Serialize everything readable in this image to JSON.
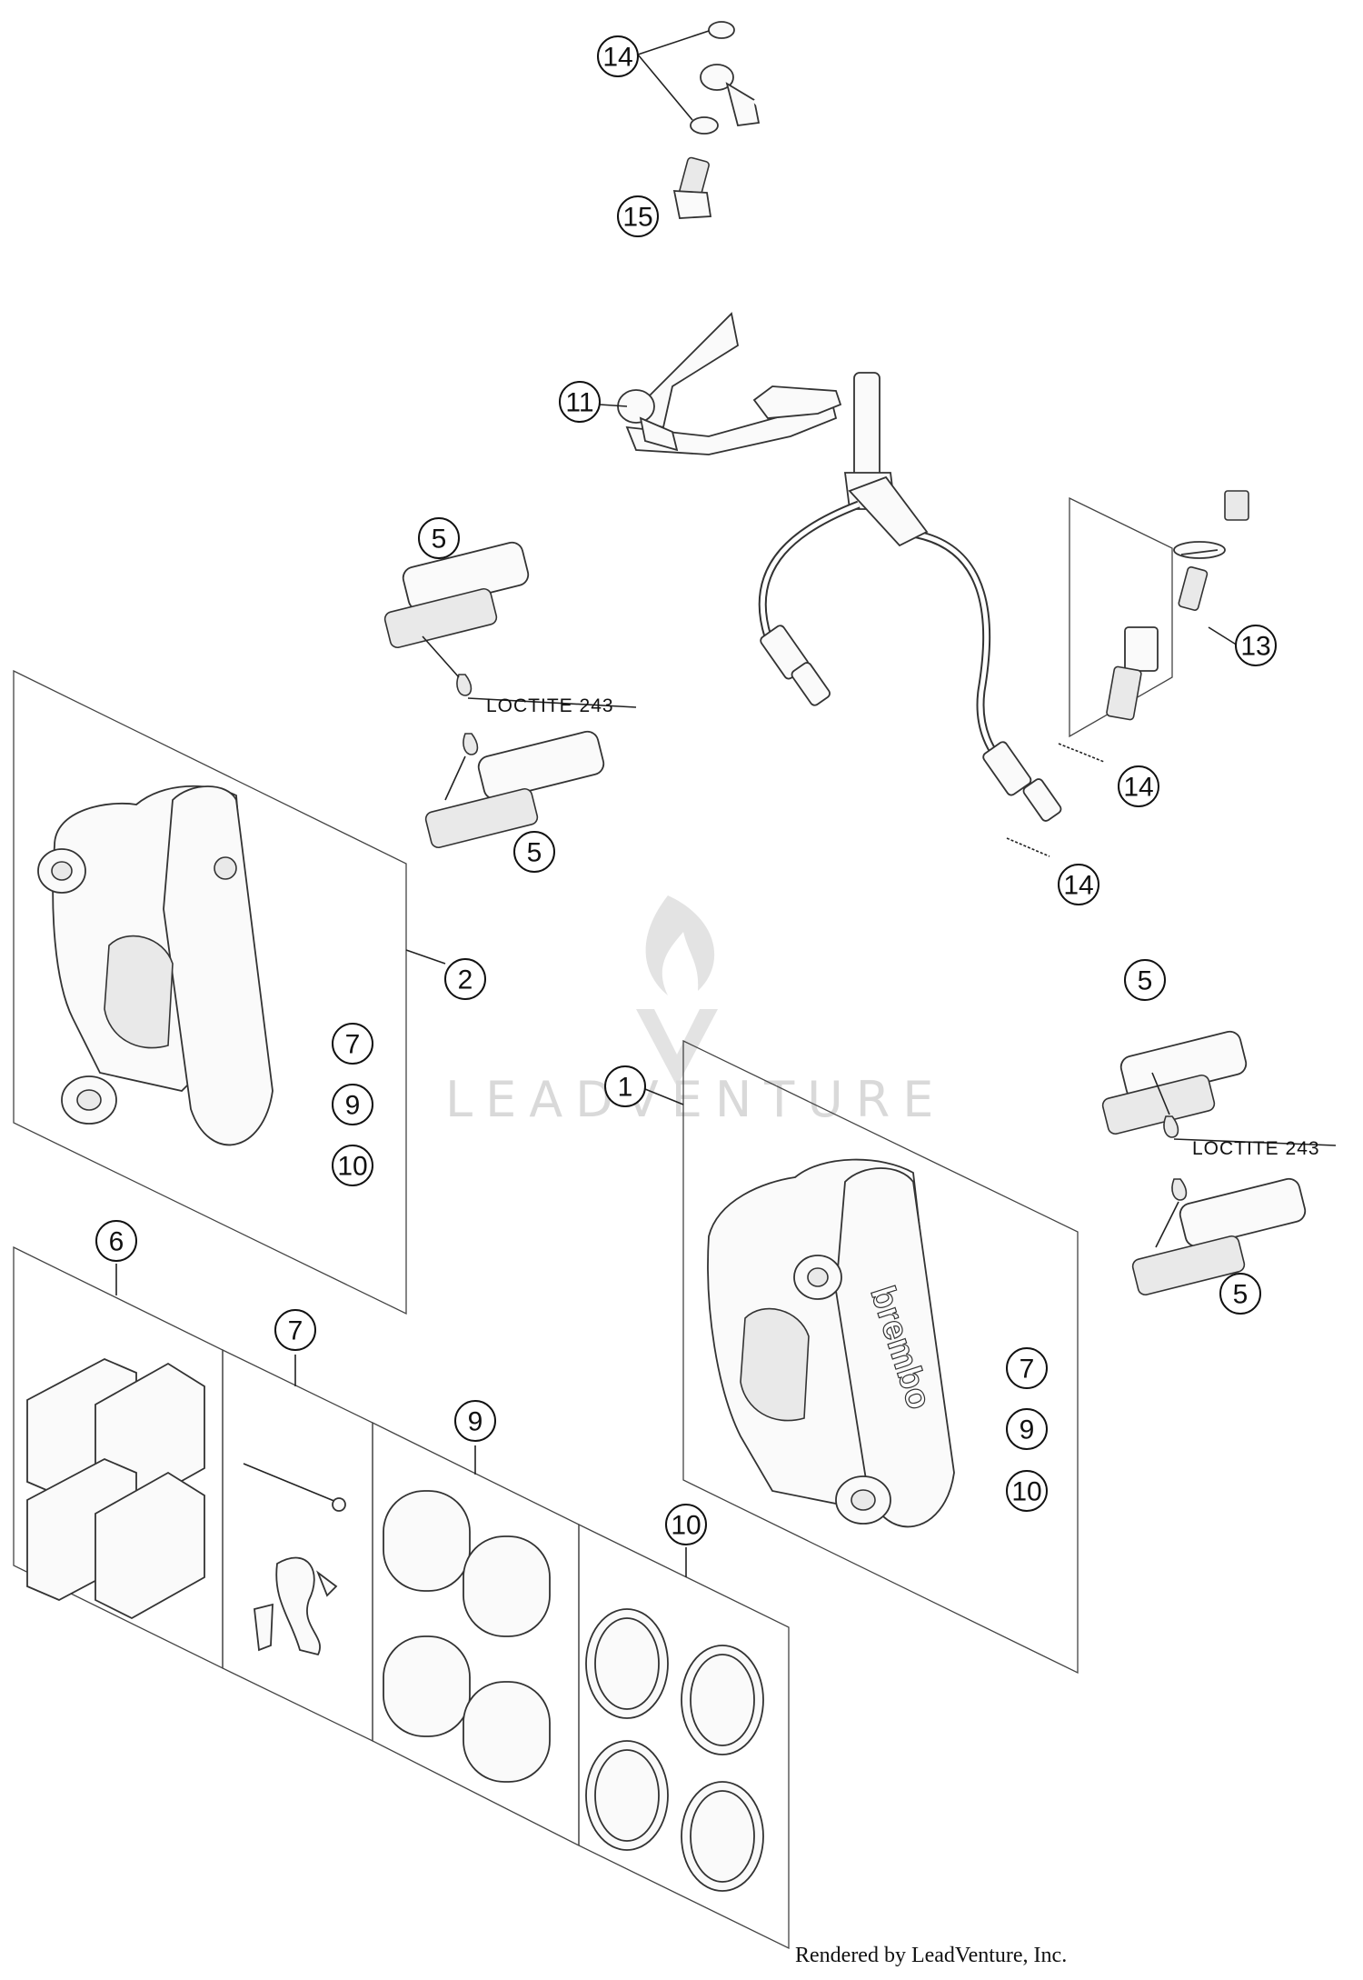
{
  "watermark": {
    "text": "LEADVENTURE"
  },
  "callouts": [
    {
      "label": "14"
    },
    {
      "label": "15"
    },
    {
      "label": "11"
    },
    {
      "label": "5"
    },
    {
      "label": "13"
    },
    {
      "label": "14"
    },
    {
      "label": "5"
    },
    {
      "label": "14"
    },
    {
      "label": "2"
    },
    {
      "label": "7"
    },
    {
      "label": "9"
    },
    {
      "label": "10"
    },
    {
      "label": "5"
    },
    {
      "label": "1"
    },
    {
      "label": "5"
    },
    {
      "label": "6"
    },
    {
      "label": "7"
    },
    {
      "label": "7"
    },
    {
      "label": "9"
    },
    {
      "label": "9"
    },
    {
      "label": "10"
    },
    {
      "label": "10"
    }
  ],
  "notes": [
    {
      "text": "LOCTITE 243"
    },
    {
      "text": "LOCTITE 243"
    }
  ],
  "caliper_brand": "brembo",
  "footer": {
    "text": "Rendered by LeadVenture, Inc."
  }
}
